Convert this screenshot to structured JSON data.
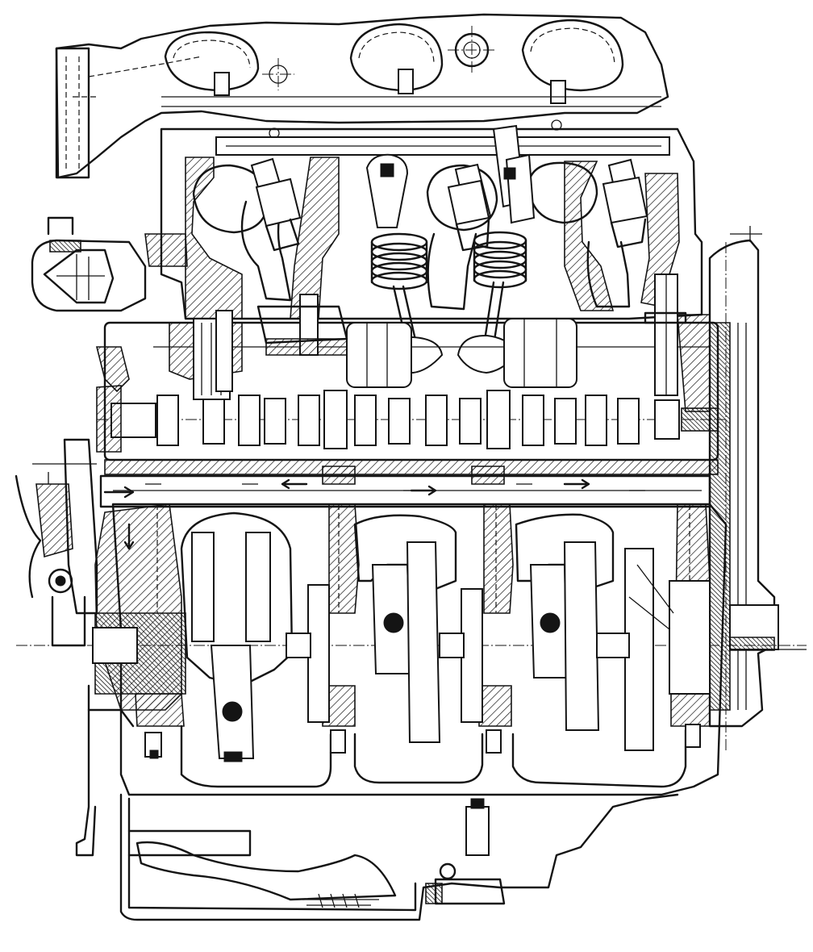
{
  "figure": {
    "ink_color": "#141414",
    "paper_color": "#ffffff",
    "cylinders": 4,
    "camshaft_lobes": 16,
    "valve_springs_shown": 2
  }
}
